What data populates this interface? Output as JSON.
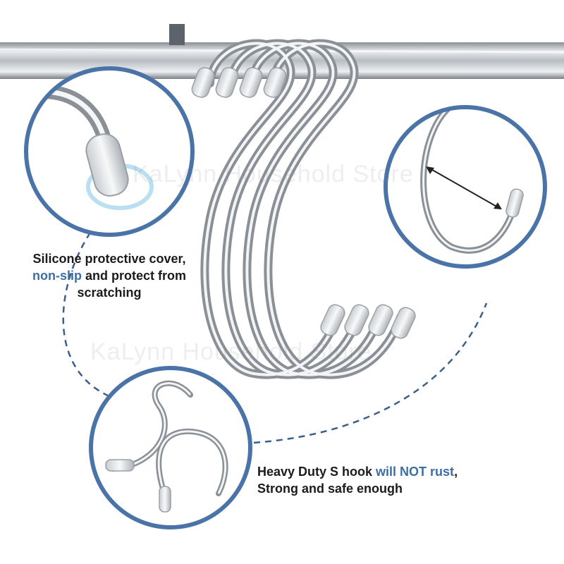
{
  "captions": {
    "top": {
      "line1": "Silicone protective cover,",
      "highlight": "non-slip",
      "line2_rest": " and protect from",
      "line3": "scratching"
    },
    "bottom": {
      "line1_start": "Heavy Duty S hook ",
      "highlight": "will NOT rust",
      "line1_end": ",",
      "line2": "Strong and safe enough"
    }
  },
  "watermarks": {
    "top": "KaLynn Household Store",
    "bottom": "KaLynn Household Store"
  },
  "colors": {
    "accent": "#3f6ea3",
    "text": "#1b1b1b",
    "circle_border": "#4a74a8",
    "dash": "#3a5f8c"
  }
}
